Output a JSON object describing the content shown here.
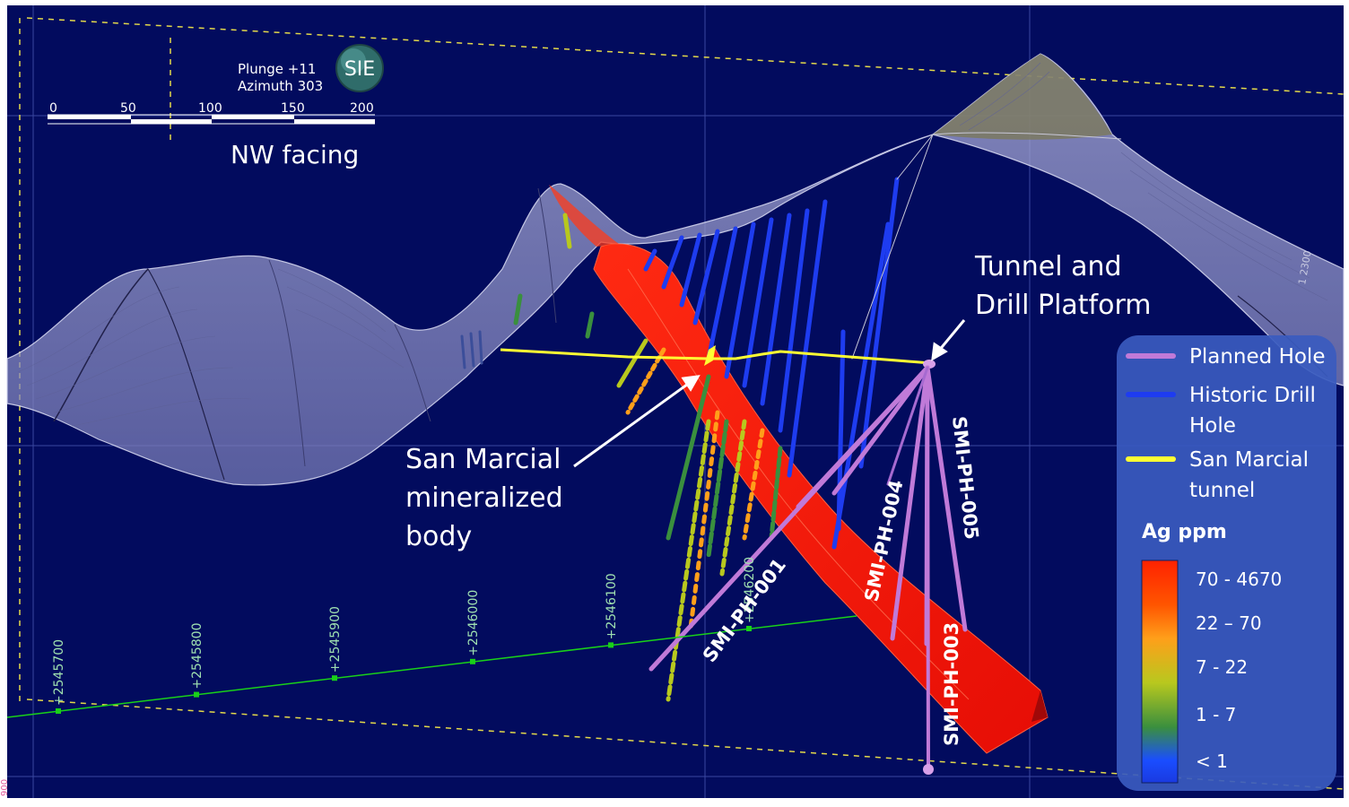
{
  "view": {
    "plunge_label": "Plunge +11",
    "azimuth_label": "Azimuth 303",
    "facing_label": "NW facing",
    "logo_text": "SIE"
  },
  "scale_bar": {
    "ticks": [
      "0",
      "50",
      "100",
      "150",
      "200"
    ]
  },
  "annotations": {
    "tunnel_line1": "Tunnel and",
    "tunnel_line2": "Drill Platform",
    "body_line1": "San Marcial",
    "body_line2": "mineralized",
    "body_line3": "body"
  },
  "planned_holes": [
    "SMI-PH-001",
    "SMI-PH-003",
    "SMI-PH-004",
    "SMI-PH-005"
  ],
  "grid_labels": [
    "+2545700",
    "+2545800",
    "+2545900",
    "+2546000",
    "+2546100",
    "+2546200"
  ],
  "side_label": "1 2300",
  "corner_label": "900",
  "legend": {
    "items": [
      {
        "label_line1": "Planned Hole",
        "label_line2": "",
        "color": "#c07ad8"
      },
      {
        "label_line1": "Historic Drill",
        "label_line2": "Hole",
        "color": "#1e3cf0"
      },
      {
        "label_line1": "San Marcial",
        "label_line2": "tunnel",
        "color": "#ffff33"
      }
    ],
    "scale_title": "Ag ppm",
    "ranges": [
      {
        "label": "70 - 4670",
        "color": "#ff2a00"
      },
      {
        "label": "22 – 70",
        "color": "#ff9f1a"
      },
      {
        "label": "7 - 22",
        "color": "#b8c81e"
      },
      {
        "label": "1 - 7",
        "color": "#3a8f3e"
      },
      {
        "label": "< 1",
        "color": "#1a4dff"
      }
    ]
  },
  "colors": {
    "background": "#020b5e",
    "terrain": "#8c8fc4",
    "ore_body": "#ff1a0a",
    "tunnel": "#ffff33",
    "planned_hole": "#c07ad8",
    "historic_hole": "#1e3cf0",
    "grid_line": "#19d019",
    "legend_bg": "#3a5bbf"
  }
}
